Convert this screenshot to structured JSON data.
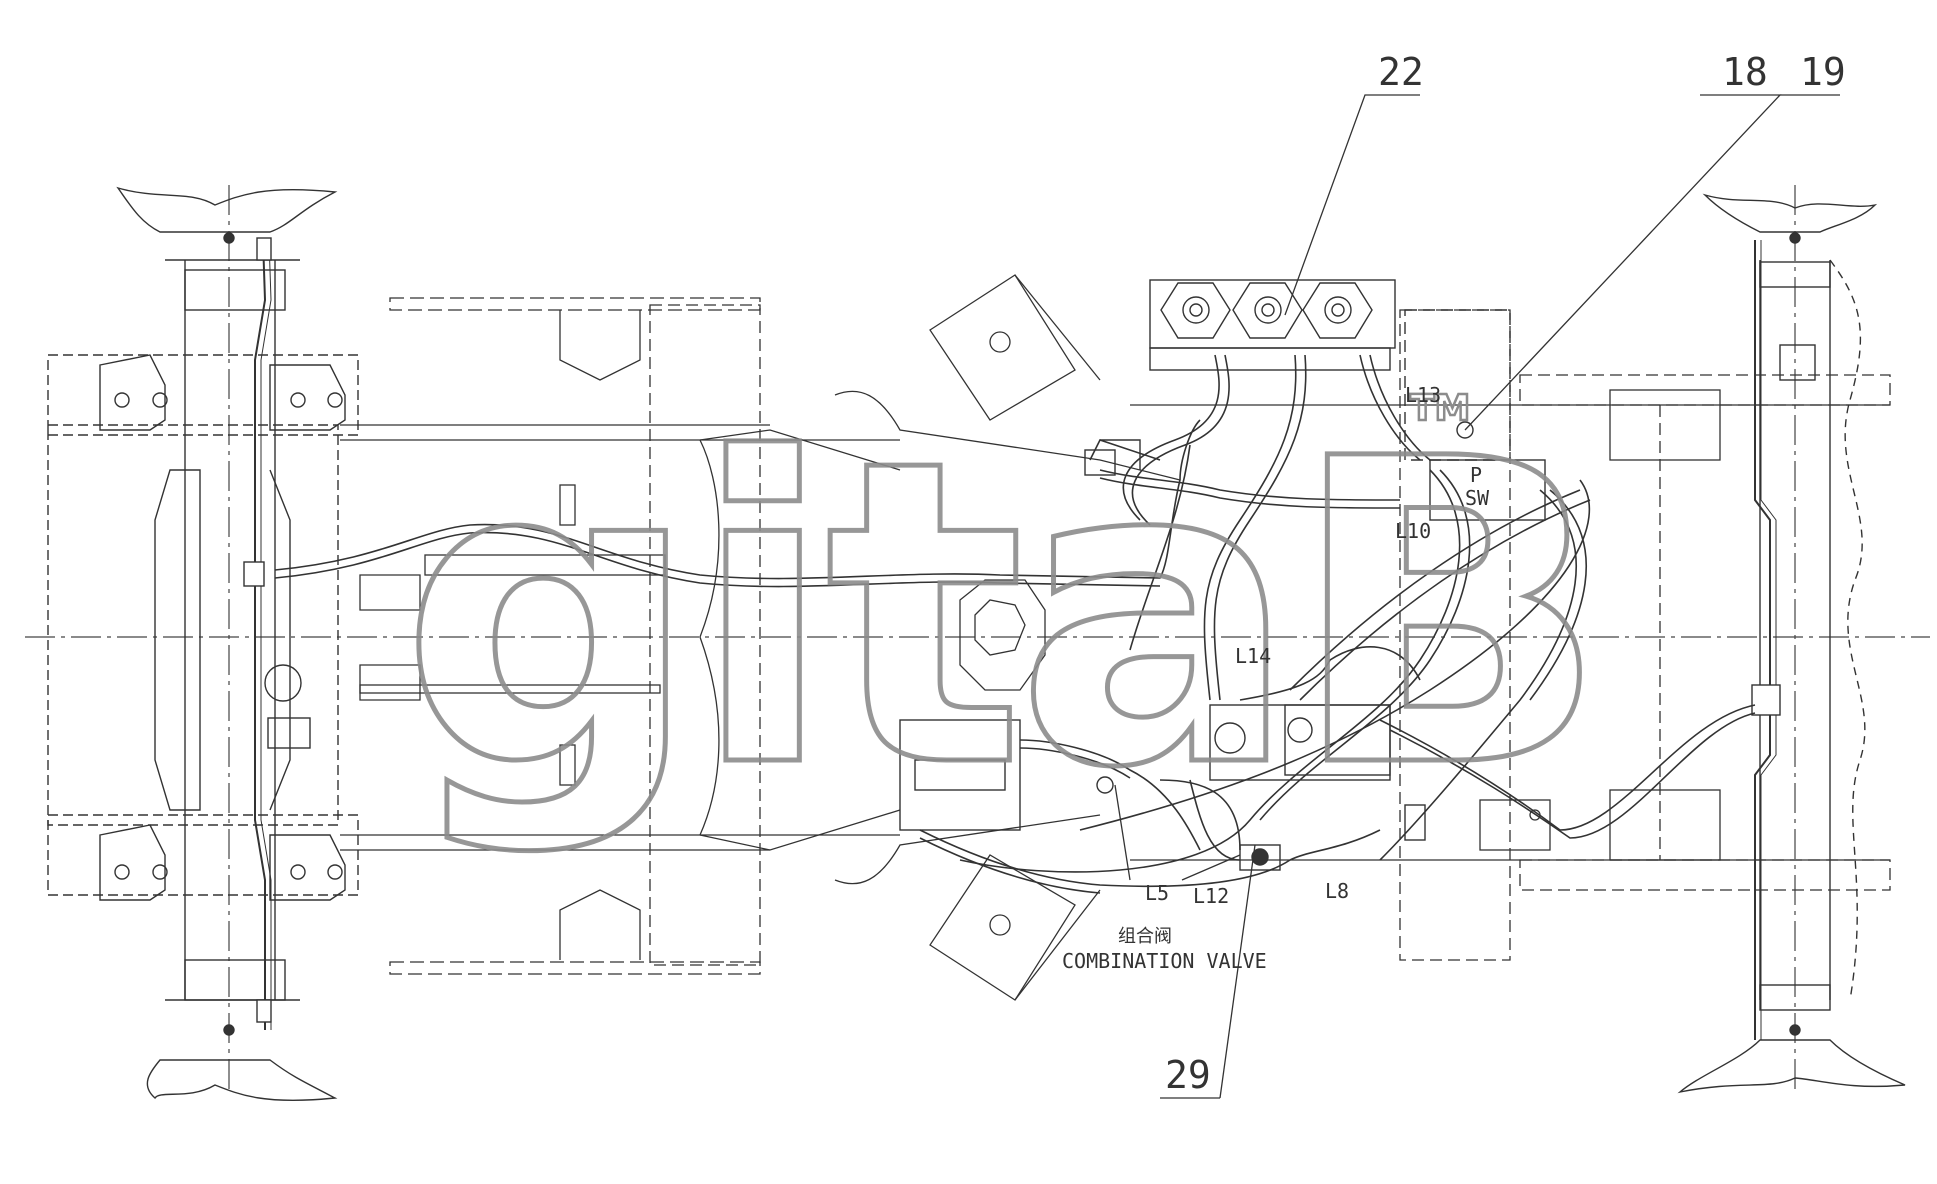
{
  "callouts": {
    "c22": "22",
    "c18": "18",
    "c19": "19",
    "c29": "29"
  },
  "line_labels": {
    "l5": "L5",
    "l8": "L8",
    "l10": "L10",
    "l12": "L12",
    "l13": "L13",
    "l14": "L14",
    "sw": "SW",
    "p": "P"
  },
  "valve_label": {
    "cn": "组合阀",
    "en": "COMBINATION VALVE"
  },
  "watermark": "gitaB",
  "colors": {
    "line": "#3a3a3a",
    "watermark": "#8c8c8c",
    "background": "#ffffff"
  }
}
